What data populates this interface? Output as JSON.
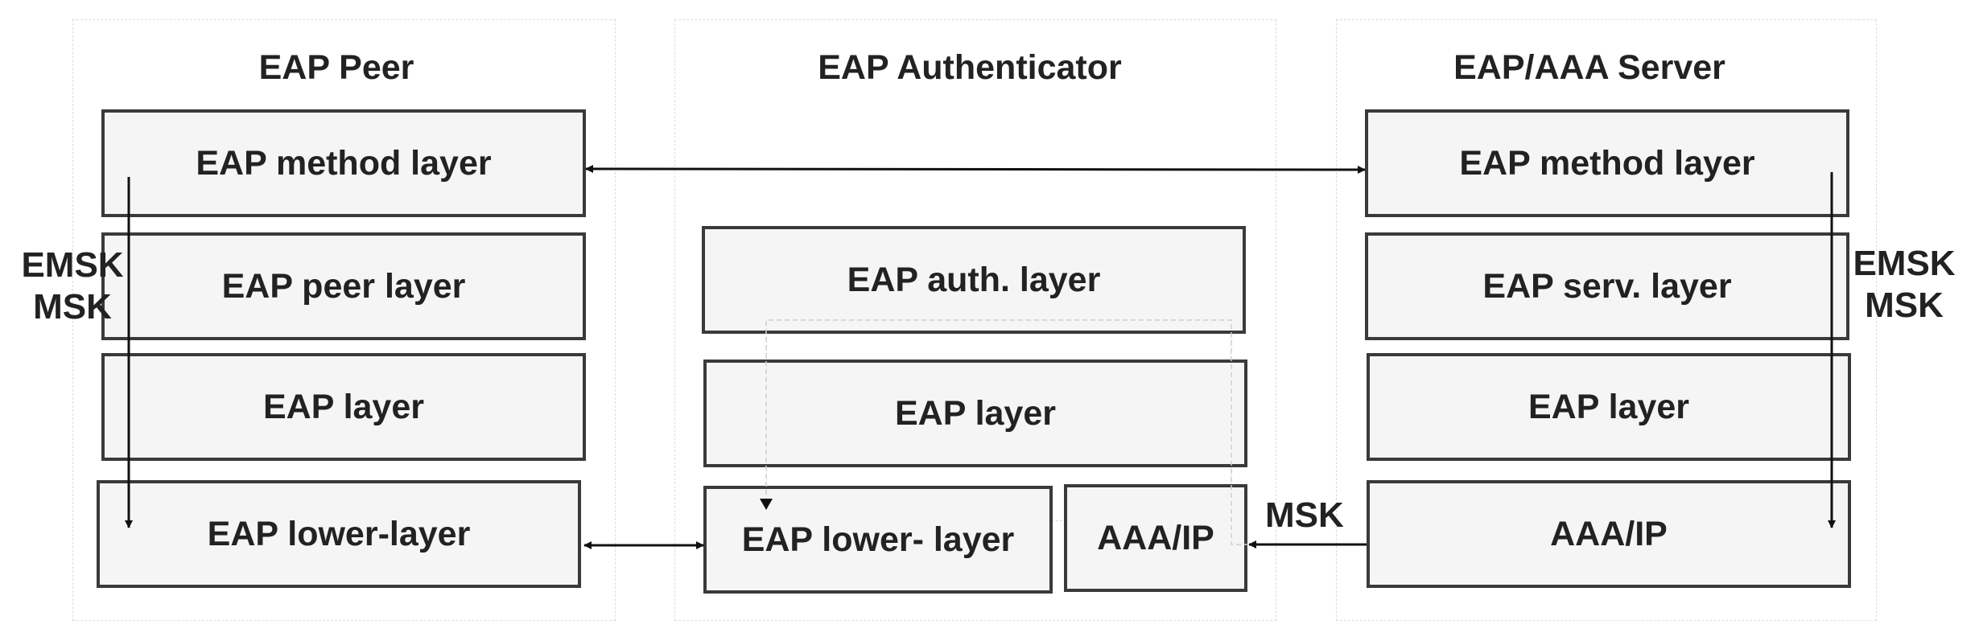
{
  "columns": {
    "peer": {
      "title": "EAP Peer",
      "layers": {
        "method": "EAP method layer",
        "peer": "EAP peer layer",
        "eap": "EAP layer",
        "lower": "EAP lower-layer"
      },
      "keys": {
        "line1": "EMSK",
        "line2": "MSK"
      }
    },
    "authenticator": {
      "title": "EAP Authenticator",
      "layers": {
        "auth": "EAP auth. layer",
        "eap": "EAP layer",
        "lower": "EAP lower- layer",
        "aaa": "AAA/IP"
      }
    },
    "server": {
      "title": "EAP/AAA Server",
      "layers": {
        "method": "EAP method layer",
        "serv": "EAP serv. layer",
        "eap": "EAP layer",
        "aaa": "AAA/IP"
      },
      "keys": {
        "line1": "EMSK",
        "line2": "MSK"
      }
    }
  },
  "edges": {
    "msk_label": "MSK"
  }
}
